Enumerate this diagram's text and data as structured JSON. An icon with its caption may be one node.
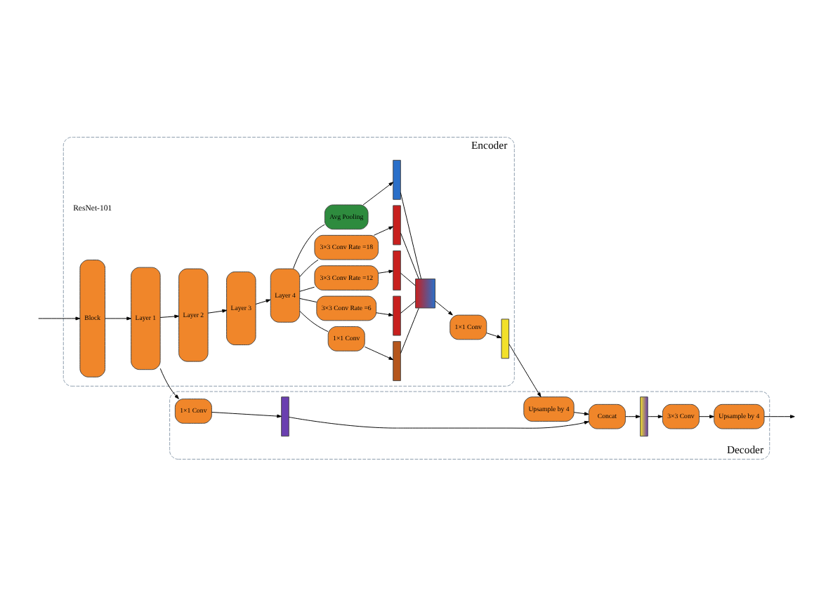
{
  "diagram": {
    "nodes": [
      {
        "text": [
          "Encoder"
        ]
      },
      {
        "text": [
          "Block"
        ],
        "in": 0
      },
      {
        "text": [
          "Layer 1"
        ],
        "in": 0
      },
      {
        "text": [
          "Layer 2"
        ],
        "in": 0
      },
      {
        "text": [
          "Layer 3"
        ],
        "in": 0
      },
      {
        "text": [
          "Layer 4"
        ],
        "in": 0
      },
      {
        "text": [
          "1×1 Conv"
        ],
        "in": 0
      },
      {
        "text": [
          "3×3 Conv Rate =6"
        ],
        "in": 0
      },
      {
        "text": [
          "3×3 Conv Rate =12"
        ],
        "in": 0
      },
      {
        "text": [
          "3×3 Conv Rate =18"
        ],
        "in": 0
      },
      {
        "text": [
          "Avg Pooling"
        ],
        "in": 0
      },
      {
        "text": [],
        "shape": "bar",
        "in": 0
      },
      {
        "text": [],
        "shape": "bar",
        "in": 0
      },
      {
        "text": [],
        "shape": "bar",
        "in": 0
      },
      {
        "text": [],
        "shape": "bar",
        "in": 0
      },
      {
        "text": [],
        "shape": "bar",
        "in": 0
      },
      {
        "text": [],
        "shape": "box",
        "in": 0
      },
      {
        "text": [
          "1×1 Conv"
        ],
        "in": 0
      },
      {
        "text": [],
        "shape": "bar",
        "in": 0
      },
      {
        "text": [
          "Decoder"
        ]
      },
      {
        "text": [
          "Upsample by 4"
        ],
        "in": 19
      },
      {
        "text": [
          "1×1 Conv"
        ],
        "in": 19
      },
      {
        "text": [],
        "shape": "bar",
        "in": 19
      },
      {
        "text": [
          "Concat"
        ],
        "in": 19
      },
      {
        "text": [],
        "shape": "bar",
        "in": 19
      },
      {
        "text": [
          "3×3 Conv"
        ],
        "in": 19
      },
      {
        "text": [
          "Upsample by 4"
        ],
        "in": 19
      }
    ],
    "edges": [
      {
        "from": null,
        "to": 1,
        "arrow": "to"
      },
      {
        "from": 1,
        "to": 2,
        "arrow": "to"
      },
      {
        "from": 2,
        "to": 3,
        "arrow": "to"
      },
      {
        "from": 3,
        "to": 4,
        "arrow": "to"
      },
      {
        "from": 4,
        "to": 5,
        "arrow": "to"
      },
      {
        "from": 5,
        "to": 6,
        "arrow": "none"
      },
      {
        "from": 5,
        "to": 7,
        "arrow": "none"
      },
      {
        "from": 5,
        "to": 8,
        "arrow": "none"
      },
      {
        "from": 5,
        "to": 9,
        "arrow": "none"
      },
      {
        "from": 5,
        "to": 10,
        "arrow": "none"
      },
      {
        "from": 6,
        "to": 11,
        "arrow": "to"
      },
      {
        "from": 7,
        "to": 12,
        "arrow": "to"
      },
      {
        "from": 8,
        "to": 13,
        "arrow": "to"
      },
      {
        "from": 9,
        "to": 14,
        "arrow": "to"
      },
      {
        "from": 10,
        "to": 15,
        "arrow": "to"
      },
      {
        "from": 11,
        "to": 16,
        "arrow": "none"
      },
      {
        "from": 12,
        "to": 16,
        "arrow": "none"
      },
      {
        "from": 13,
        "to": 16,
        "arrow": "none"
      },
      {
        "from": 14,
        "to": 16,
        "arrow": "none"
      },
      {
        "from": 15,
        "to": 16,
        "arrow": "none"
      },
      {
        "from": 16,
        "to": 17,
        "arrow": "to"
      },
      {
        "from": 17,
        "to": 18,
        "arrow": "to"
      },
      {
        "from": 18,
        "to": 20,
        "arrow": "to"
      },
      {
        "from": 2,
        "to": 21,
        "arrow": "to"
      },
      {
        "from": 21,
        "to": 22,
        "arrow": "to"
      },
      {
        "from": 22,
        "to": 23,
        "arrow": "to"
      },
      {
        "from": 20,
        "to": 23,
        "arrow": "to"
      },
      {
        "from": 23,
        "to": 24,
        "arrow": "to"
      },
      {
        "from": 24,
        "to": 25,
        "arrow": "to"
      },
      {
        "from": 25,
        "to": 26,
        "arrow": "to"
      },
      {
        "from": 26,
        "to": null,
        "arrow": "to"
      }
    ],
    "labels": [
      "ResNet-101"
    ]
  }
}
